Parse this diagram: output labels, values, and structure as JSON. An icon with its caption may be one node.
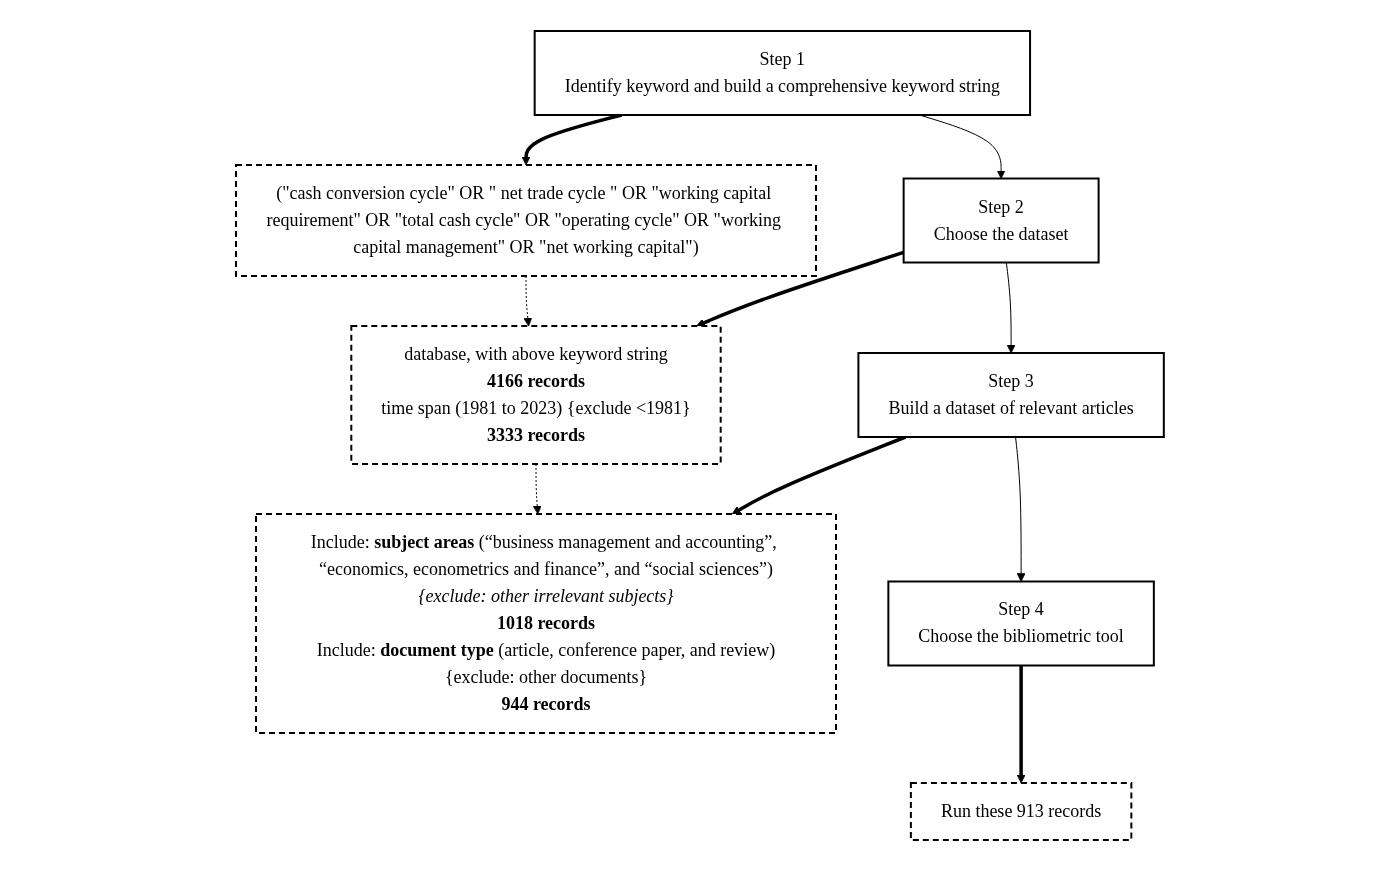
{
  "diagram": {
    "nodes": [
      {
        "text": [
          "Step 1",
          "Identify keyword and build a comprehensive keyword string"
        ]
      },
      {
        "text": [
          "(\"cash conversion cycle\" OR \" net trade cycle \" OR \"working capital requirement\" OR \"total cash cycle\" OR \"operating cycle\" OR \"working capital management\" OR \"net working capital\")"
        ]
      },
      {
        "text": [
          "Step 2",
          "Choose the dataset"
        ]
      },
      {
        "text": [
          "database, with above keyword string",
          "4166 records",
          "time span (1981 to 2023) {exclude <1981}",
          "3333 records"
        ]
      },
      {
        "text": [
          "Step 3",
          "Build a dataset of relevant articles"
        ]
      },
      {
        "text": [
          "Include: **subject areas** (“business management and accounting”, “economics, econometrics and finance”, and “social sciences”)",
          "{exclude: other irrelevant subjects}",
          "1018 records",
          "Include: **document type** (article, conference paper, and review)",
          "{exclude: other documents}",
          "944 records"
        ]
      },
      {
        "text": [
          "Step 4",
          "Choose the bibliometric tool"
        ]
      },
      {
        "text": [
          "Run these 913 records"
        ]
      }
    ],
    "edges": [
      {
        "from": 0,
        "to": 1,
        "arrow": "to",
        "style": "thick"
      },
      {
        "from": 0,
        "to": 2,
        "arrow": "to"
      },
      {
        "from": 1,
        "to": 3,
        "arrow": "to",
        "style": "dashed"
      },
      {
        "from": 2,
        "to": 3,
        "arrow": "to",
        "style": "thick"
      },
      {
        "from": 2,
        "to": 4,
        "arrow": "to"
      },
      {
        "from": 3,
        "to": 5,
        "arrow": "to",
        "style": "dashed"
      },
      {
        "from": 4,
        "to": 5,
        "arrow": "to",
        "style": "thick"
      },
      {
        "from": 4,
        "to": 6,
        "arrow": "to"
      },
      {
        "from": 6,
        "to": 7,
        "arrow": "to",
        "style": "thick"
      }
    ]
  }
}
